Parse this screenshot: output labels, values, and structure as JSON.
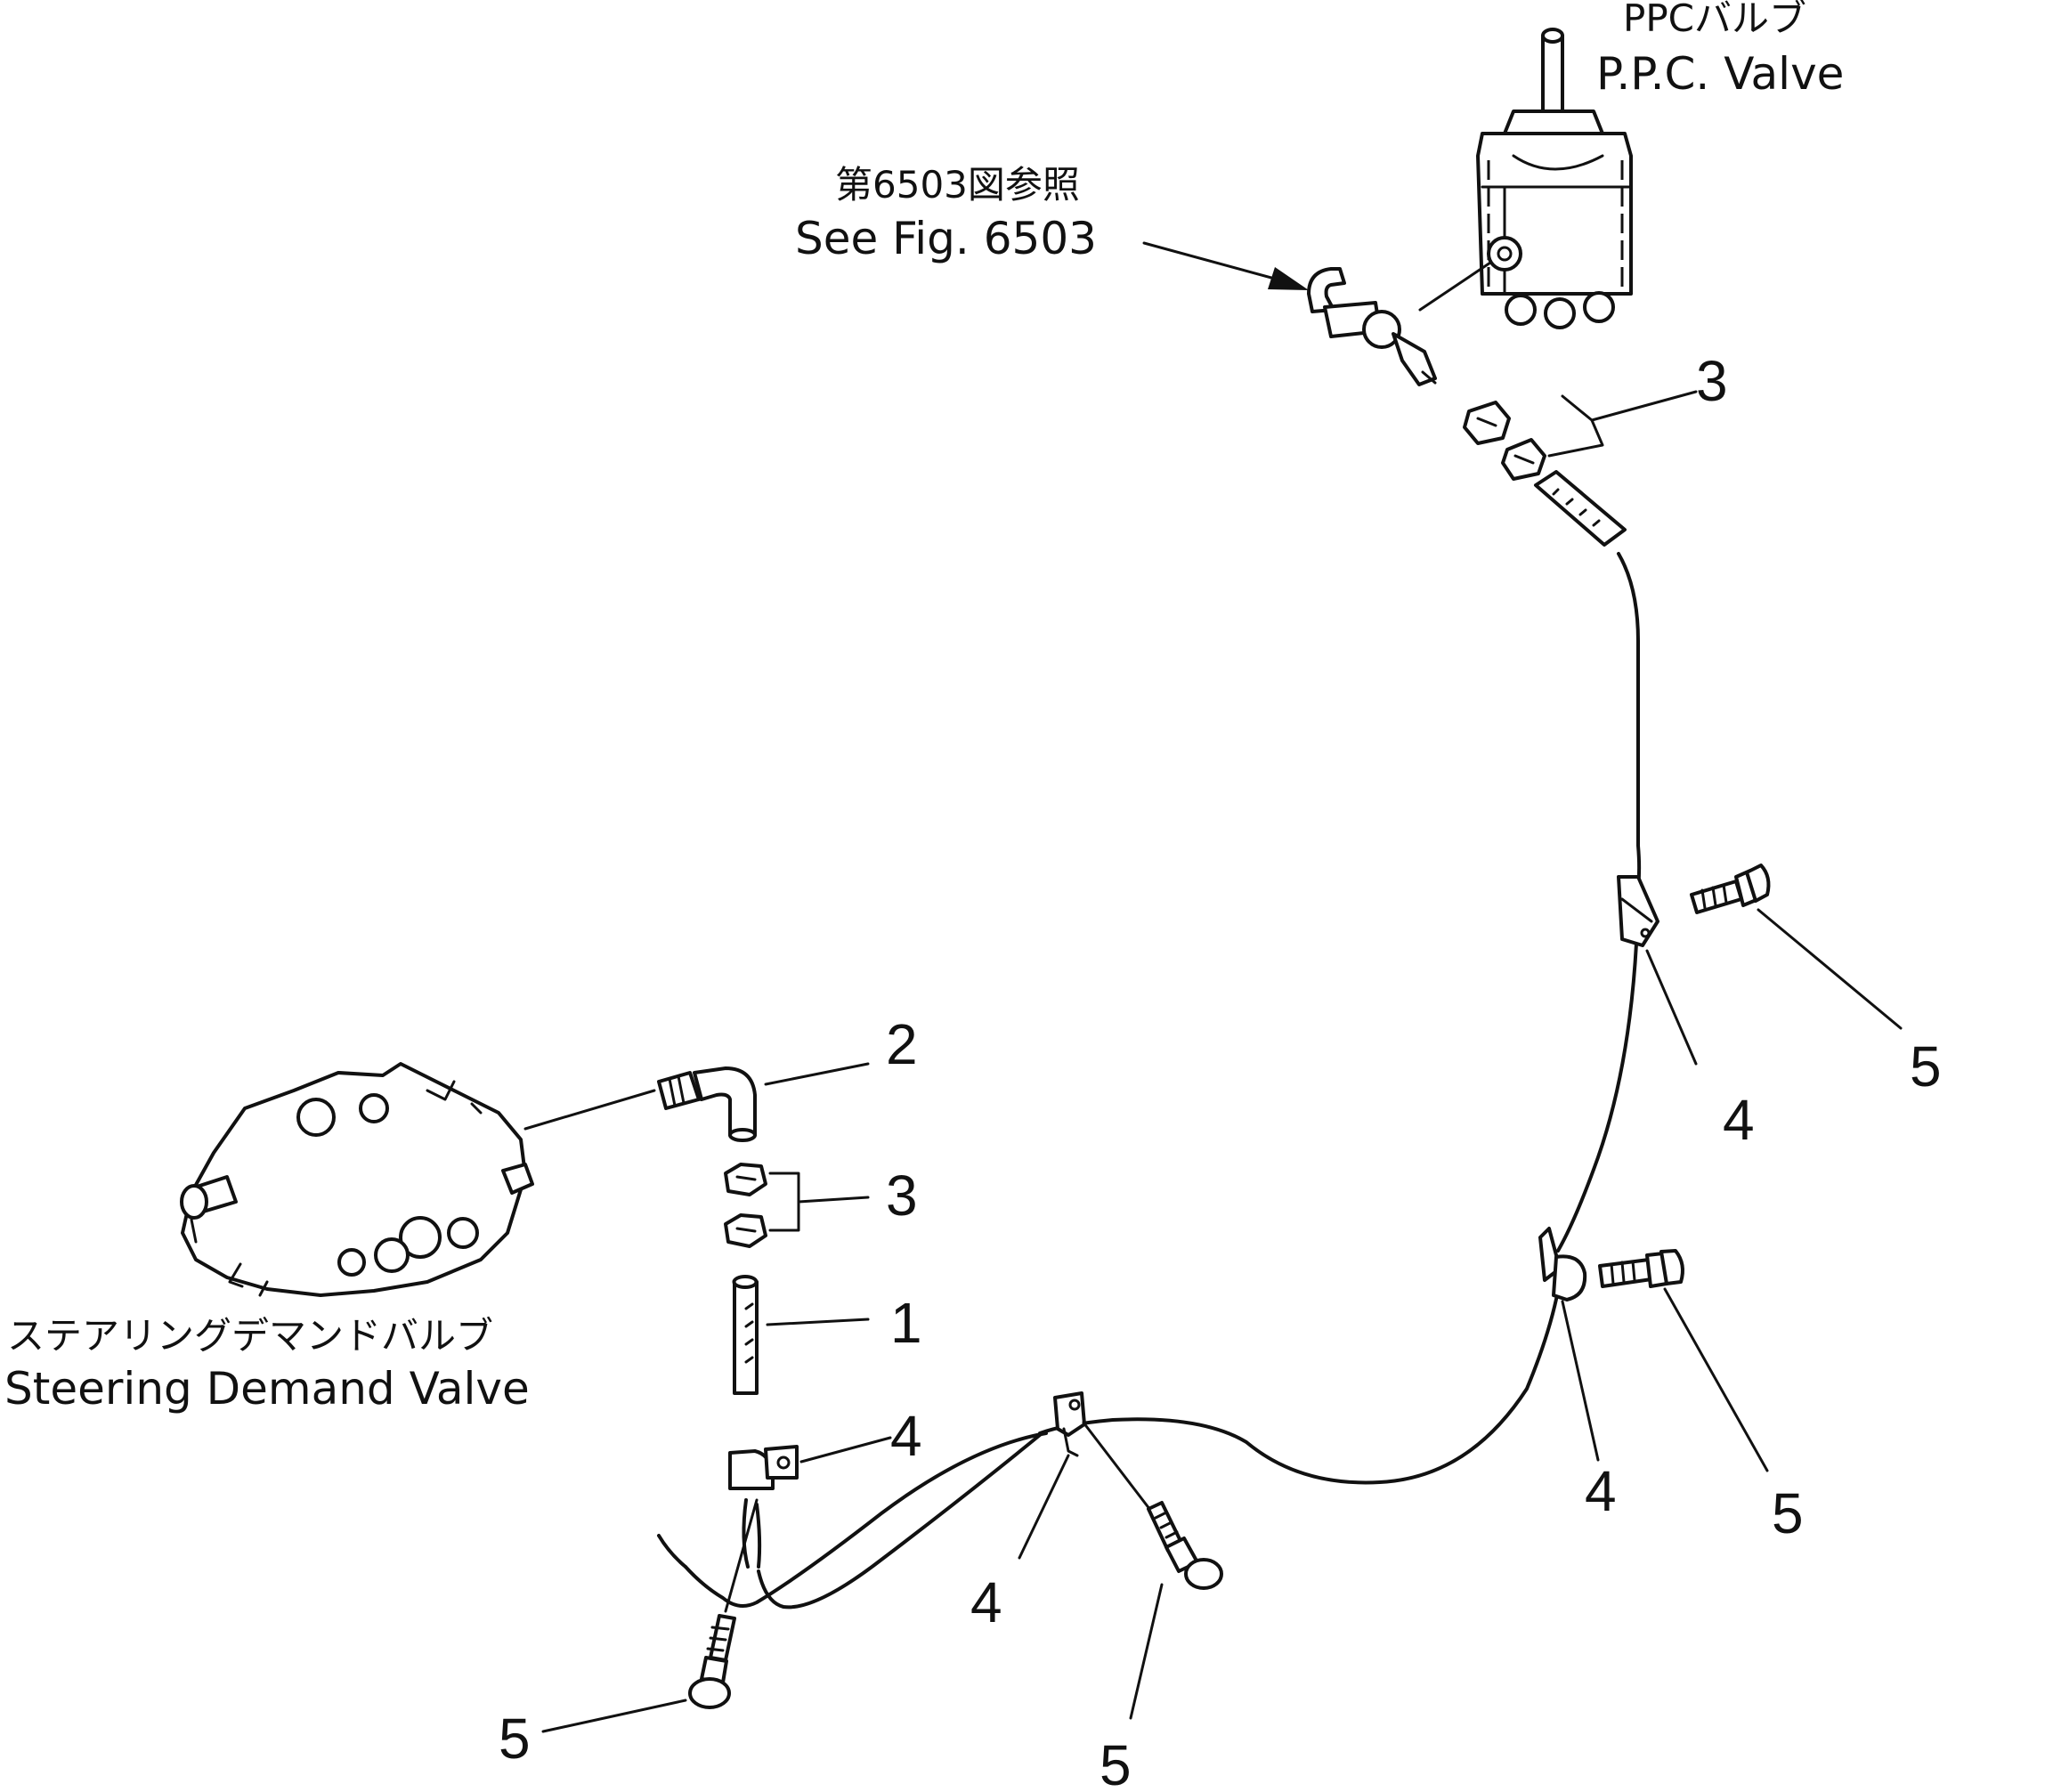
{
  "labels": {
    "ppc_valve_jp": "PPCバルブ",
    "ppc_valve_en": "P.P.C. Valve",
    "see_fig_jp": "第6503図参照",
    "see_fig_en": "See Fig. 6503",
    "steering_jp": "ステアリングデマンドバルブ",
    "steering_en": "Steering Demand Valve"
  },
  "callouts": {
    "hose": "1",
    "elbow": "2",
    "clamp_pair": "3",
    "bracket": "4",
    "bolt": "5"
  }
}
